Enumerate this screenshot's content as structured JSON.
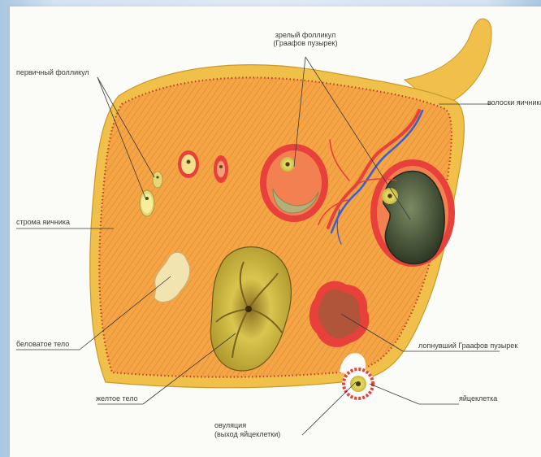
{
  "labels": {
    "primary_follicle": "первичный фолликул",
    "mature_follicle_1": "зрелый фолликул",
    "mature_follicle_2": "(Граафов пузырек)",
    "ovary_hairs": "волоски яичника",
    "ovary_stroma": "строма яичника",
    "corpus_albicans": "беловатое тело",
    "corpus_luteum": "желтое тело",
    "ruptured_follicle": "лопнувший Граафов пузырек",
    "ovum": "яйцеклетка",
    "ovulation_1": "овуляция",
    "ovulation_2": "(выход яйцеклетки)"
  },
  "colors": {
    "tissue": "#f3a23f",
    "tissue_light": "#f7c46b",
    "capsule": "#f0c04a",
    "follicle_red": "#e8403a",
    "yellow_body": "#c8b63a",
    "cyst_dark": "#4a5a3a"
  }
}
